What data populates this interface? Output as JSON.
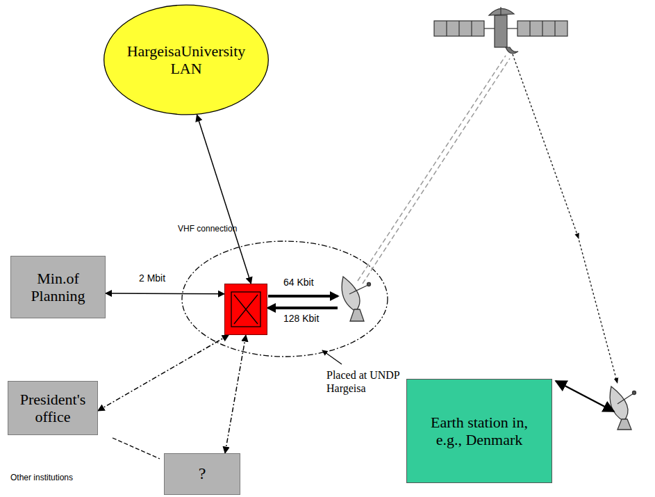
{
  "diagram": {
    "nodes": [
      {
        "text": [
          "HargeisaUniversity LAN"
        ]
      },
      {
        "text": [
          "Min.of Planning"
        ]
      },
      {
        "text": []
      },
      {
        "text": [
          "President's office"
        ]
      },
      {
        "text": [
          "?"
        ]
      },
      {
        "text": [
          "Earth station in, e.g., Denmark"
        ]
      }
    ],
    "edges": [
      {
        "from": 0,
        "to": 2,
        "arrow": "both"
      },
      {
        "from": 1,
        "to": 2,
        "label": "2 Mbit",
        "arrow": "both"
      },
      {
        "from": 3,
        "to": 2,
        "arrow": "both"
      },
      {
        "from": 4,
        "to": 2,
        "arrow": "both"
      }
    ],
    "labels": [
      "VHF connection",
      "64 Kbit",
      "128 Kbit",
      "Placed at UNDP Hargeisa",
      "Other institutions"
    ]
  }
}
